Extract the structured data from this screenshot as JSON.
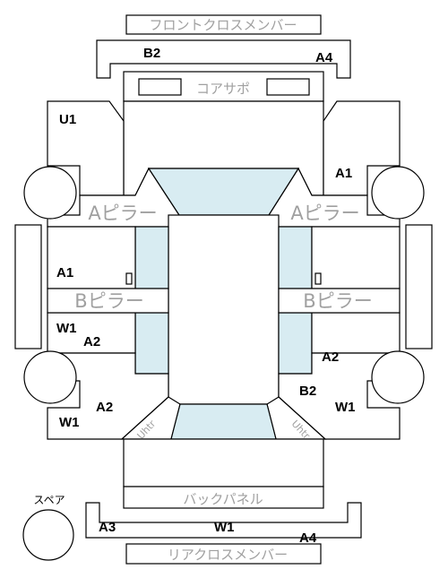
{
  "labels": {
    "front_cross_member": "フロントクロスメンバー",
    "core_support": "コアサポ",
    "a_pillar": "Aピラー",
    "b_pillar": "Bピラー",
    "roof_side": "Uhtr",
    "back_panel": "バックパネル",
    "rear_cross_member": "リアクロスメンバー",
    "spare": "スペア"
  },
  "codes": {
    "front_b2": "B2",
    "front_a4": "A4",
    "u1": "U1",
    "right_a1": "A1",
    "left_a1": "A1",
    "left_w1": "W1",
    "left_a2": "A2",
    "right_a2": "A2",
    "right_b2": "B2",
    "rear_left_a2": "A2",
    "rear_left_w1": "W1",
    "rear_right_w1": "W1",
    "bottom_a3": "A3",
    "bottom_w1": "W1",
    "bottom_a4": "A4"
  },
  "colors": {
    "glass": "#d8ecf2",
    "outline": "#000000",
    "part_label": "#a0a0a0"
  }
}
